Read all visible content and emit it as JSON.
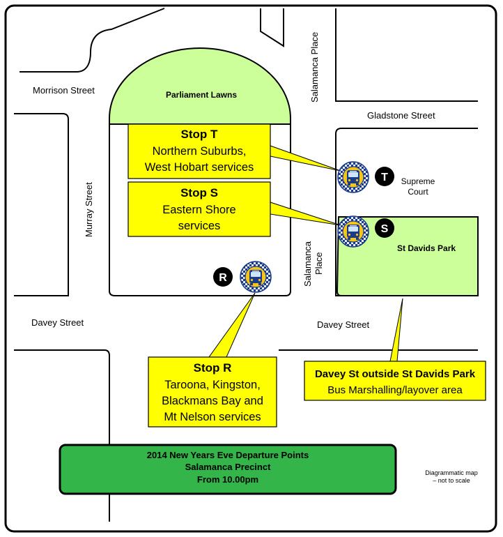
{
  "colors": {
    "lawn": "#ccff99",
    "callout": "#ffff00",
    "title_box": "#33b54a",
    "bus_yellow": "#f5c518",
    "bus_blue": "#1a3a8a"
  },
  "streets": {
    "morrison": "Morrison Street",
    "murray": "Murray Street",
    "davey_left": "Davey Street",
    "davey_right": "Davey Street",
    "salamanca_top": "Salamanca Place",
    "salamanca_mid_1": "Salamanca",
    "salamanca_mid_2": "Place",
    "gladstone": "Gladstone Street"
  },
  "areas": {
    "parliament_lawns": "Parliament Lawns",
    "st_davids_park": "St Davids Park",
    "supreme_court_1": "Supreme",
    "supreme_court_2": "Court"
  },
  "stops": {
    "t": {
      "badge": "T",
      "icon": "bus-icon",
      "title": "Stop T",
      "lines": [
        "Northern Suburbs,",
        "West Hobart services"
      ]
    },
    "s": {
      "badge": "S",
      "icon": "bus-icon",
      "title": "Stop S",
      "lines": [
        "Eastern Shore",
        "services"
      ]
    },
    "r": {
      "badge": "R",
      "icon": "bus-icon",
      "title": "Stop R",
      "lines": [
        "Taroona, Kingston,",
        "Blackmans Bay and",
        "Mt Nelson services"
      ]
    }
  },
  "marshalling": {
    "title": "Davey St outside St Davids Park",
    "subtitle": "Bus Marshalling/layover area"
  },
  "title_box": {
    "line1": "2014 New Years Eve Departure Points",
    "line2": "Salamanca Precinct",
    "line3": "From 10.00pm"
  },
  "note": {
    "line1": "Diagrammatic map",
    "line2": "– not to scale"
  }
}
